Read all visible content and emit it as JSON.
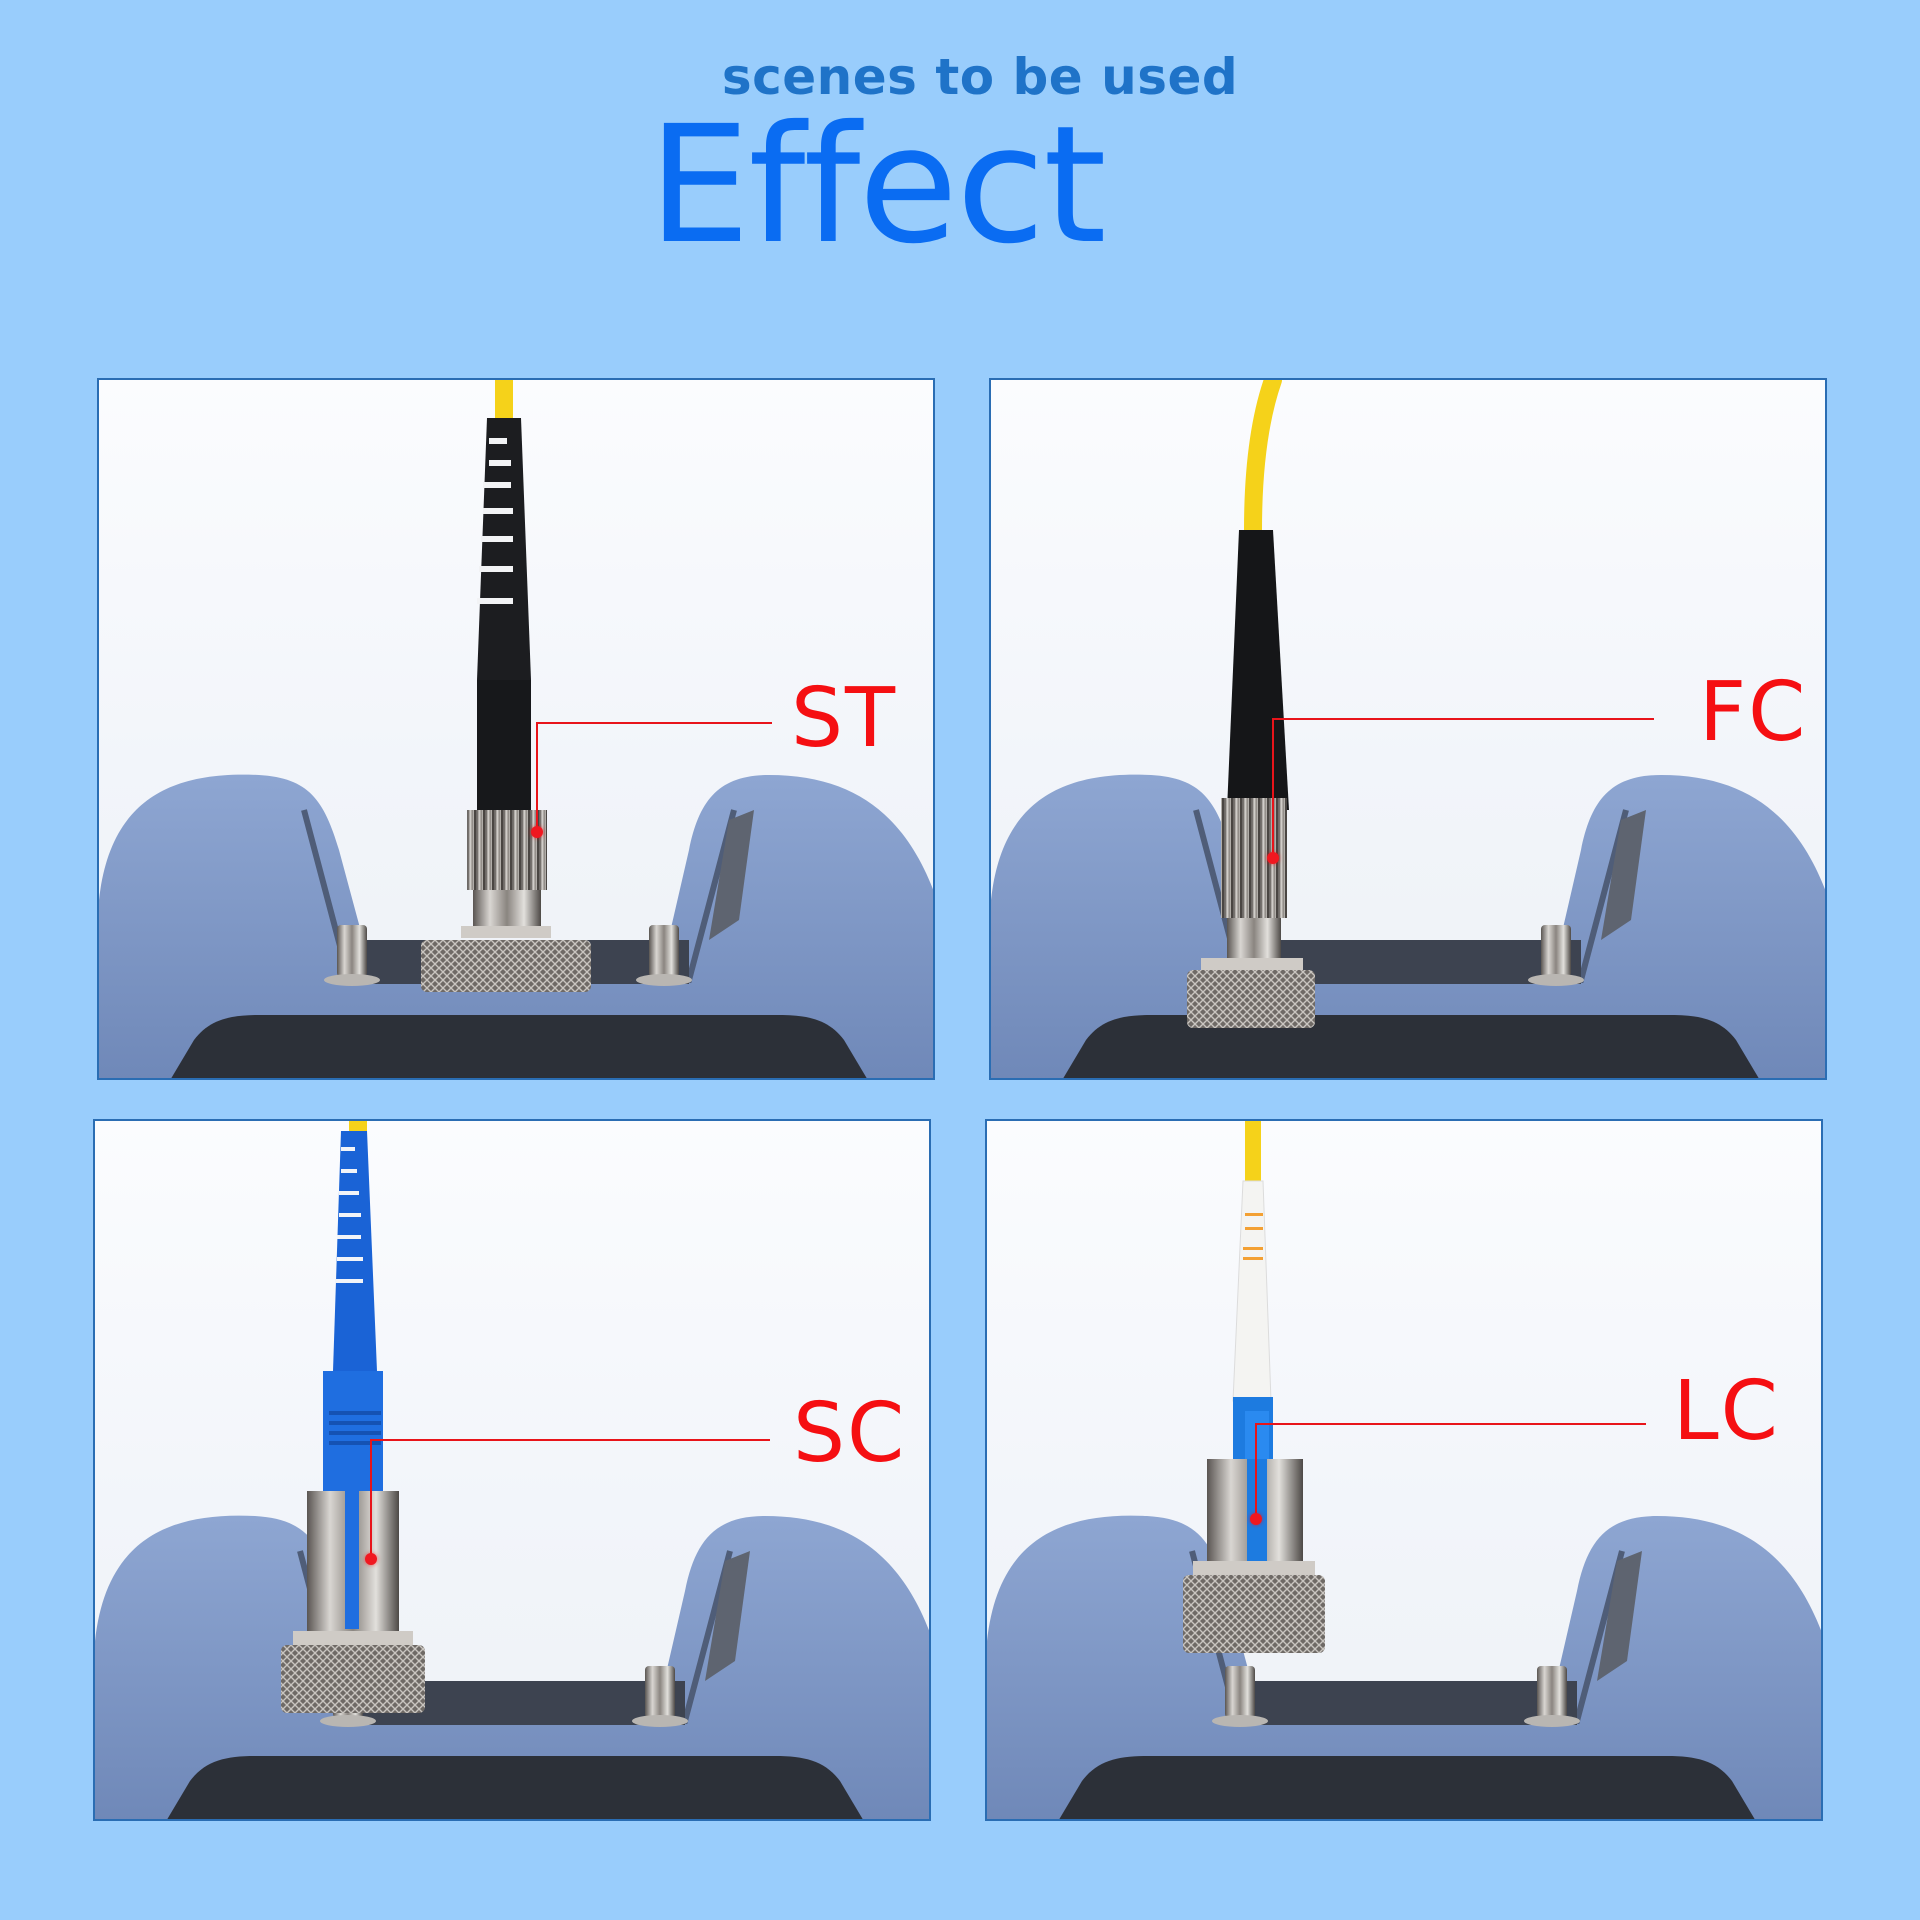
{
  "header": {
    "subtitle": "scenes to be used",
    "title": "Effect"
  },
  "colors": {
    "background": "#99cdfc",
    "subtitle": "#1f73c8",
    "title": "#0a6cf2",
    "panel_border": "#2a6db3",
    "label": "#f50f12",
    "device_body": "#7f98c8",
    "fiber": "#f5d21a"
  },
  "panels": [
    {
      "id": "st",
      "label": "ST",
      "connector_color": "#1c1d20",
      "boot_style": "ribbed-black",
      "description": "ST connector plugged into optical meter port"
    },
    {
      "id": "fc",
      "label": "FC",
      "connector_color": "#151618",
      "boot_style": "smooth-black",
      "description": "FC connector plugged into optical meter port"
    },
    {
      "id": "sc",
      "label": "SC",
      "connector_color": "#1a63d6",
      "boot_style": "ribbed-blue",
      "description": "SC connector with adapter plugged into optical meter port"
    },
    {
      "id": "lc",
      "label": "LC",
      "connector_color": "#f4f4f2",
      "boot_style": "white-with-blue-latch",
      "description": "LC connector with adapter plugged into optical meter port"
    }
  ]
}
